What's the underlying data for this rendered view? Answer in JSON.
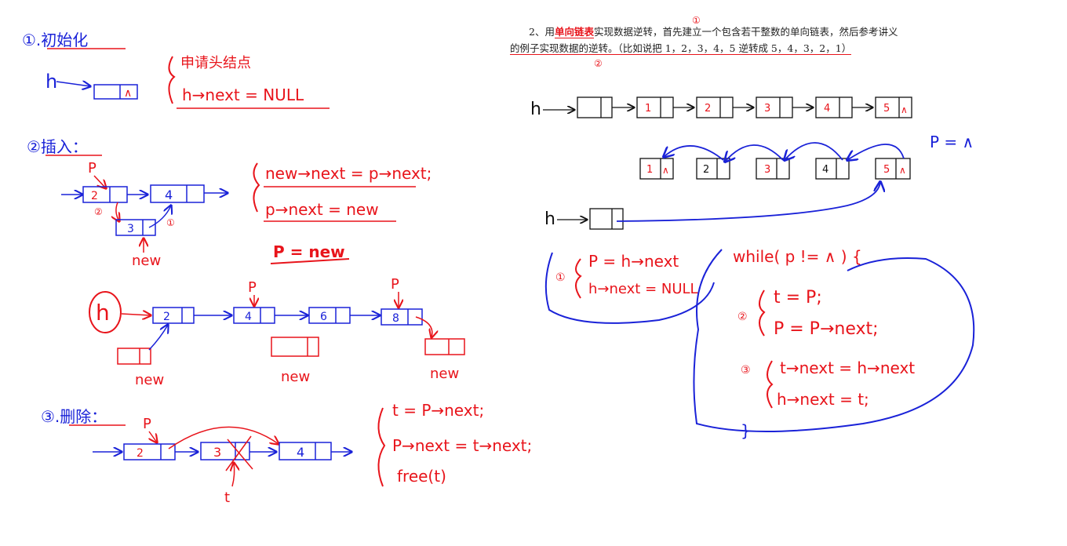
{
  "problem": {
    "prefix": "2、用",
    "highlight": "单向链表",
    "middle": "实现数据逆转，首先建立一个包含若干整数的单向链表，然后参考讲义",
    "line2": "的例子实现数据的逆转。（比如说把 1，2，3，4，5 逆转成 5，4，3，2，1）"
  },
  "left_notes": {
    "init_title": "①.初始化",
    "init_head": "h",
    "init_null": "∧",
    "init_desc": "申请头结点",
    "init_code": "h→next = NULL",
    "insert_title": "②插入：",
    "insert_p": "P",
    "insert_node1": "2",
    "insert_node2": "4",
    "insert_new_node": "3",
    "insert_step2": "②",
    "insert_step1": "①",
    "insert_new": "new",
    "insert_code1": "new→next = p→next;",
    "insert_code2": "p→next = new",
    "insert_code3": "P = new",
    "chain_head": "h",
    "chain_node1": "2",
    "chain_node2": "4",
    "chain_node3": "6",
    "chain_node4": "8",
    "chain_p1": "P",
    "chain_p2": "P",
    "chain_new1": "new",
    "chain_new2": "new",
    "chain_new3": "new",
    "delete_title": "③.删除：",
    "delete_p": "P",
    "delete_node1": "2",
    "delete_node2": "3",
    "delete_node3": "4",
    "delete_t": "t",
    "delete_code1": "t = P→next;",
    "delete_code2": "P→next = t→next;",
    "delete_code3": "free(t)"
  },
  "right_notes": {
    "circle1": "①",
    "circle2": "②",
    "head1": "h",
    "list_values": [
      "1",
      "2",
      "3",
      "4",
      "5"
    ],
    "null_mark": "∧",
    "p_equals": "P = ∧",
    "head2": "h",
    "step1": "①",
    "code_p_init": "P = h→next",
    "code_h_null": "h→next = NULL",
    "loop_head": "while( p != ∧ ) {",
    "step2": "②",
    "code_t": "t = P;",
    "code_p_adv": "P = P→next;",
    "step3": "③",
    "code_t_next": "t→next = h→next",
    "code_h_next": "h→next = t;",
    "loop_end": "}"
  },
  "colors": {
    "ink_red": "#e8141b",
    "ink_blue": "#1a22d8",
    "ink_black": "#111111"
  }
}
